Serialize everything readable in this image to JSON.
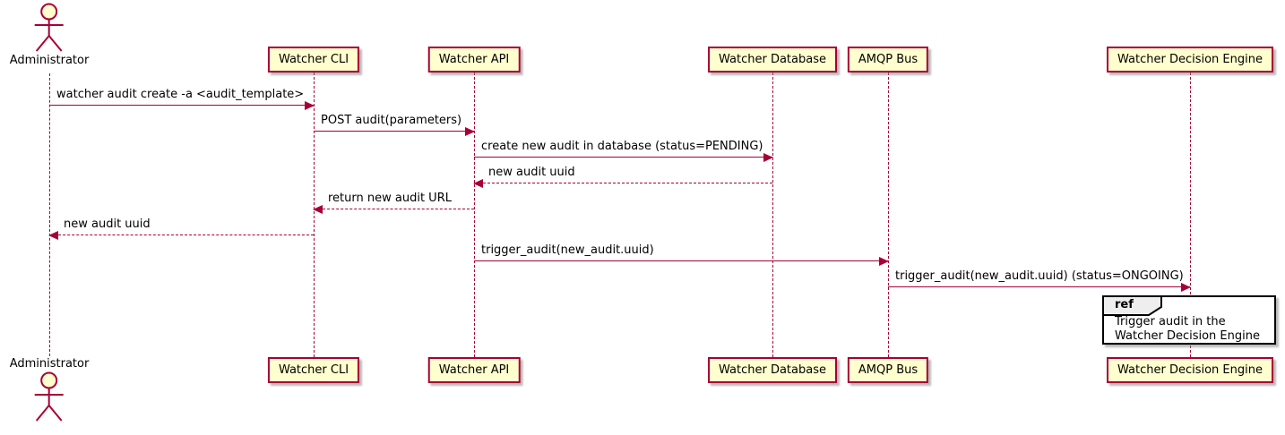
{
  "colors": {
    "participant_fill": "#FEFECE",
    "accent": "#A80036",
    "ref_tab_fill": "#EEEEEE",
    "ref_border": "#000000",
    "text": "#000000",
    "background": "#FFFFFF"
  },
  "participants": [
    {
      "name": "Administrator",
      "kind": "actor"
    },
    {
      "name": "Watcher CLI",
      "kind": "participant"
    },
    {
      "name": "Watcher API",
      "kind": "participant"
    },
    {
      "name": "Watcher Database",
      "kind": "participant"
    },
    {
      "name": "AMQP Bus",
      "kind": "participant"
    },
    {
      "name": "Watcher Decision Engine",
      "kind": "participant"
    }
  ],
  "messages": [
    {
      "from": "Administrator",
      "to": "Watcher CLI",
      "style": "solid",
      "text": "watcher audit create -a <audit_template>"
    },
    {
      "from": "Watcher CLI",
      "to": "Watcher API",
      "style": "solid",
      "text": "POST audit(parameters)"
    },
    {
      "from": "Watcher API",
      "to": "Watcher Database",
      "style": "solid",
      "text": "create new audit in database (status=PENDING)"
    },
    {
      "from": "Watcher Database",
      "to": "Watcher API",
      "style": "dashed",
      "text": "new audit uuid"
    },
    {
      "from": "Watcher API",
      "to": "Watcher CLI",
      "style": "dashed",
      "text": "return new audit URL"
    },
    {
      "from": "Watcher CLI",
      "to": "Administrator",
      "style": "dashed",
      "text": "new audit uuid"
    },
    {
      "from": "Watcher API",
      "to": "AMQP Bus",
      "style": "solid",
      "text": "trigger_audit(new_audit.uuid)"
    },
    {
      "from": "AMQP Bus",
      "to": "Watcher Decision Engine",
      "style": "solid",
      "text": "trigger_audit(new_audit.uuid) (status=ONGOING)"
    }
  ],
  "ref": {
    "label": "ref",
    "line1": "Trigger audit in the",
    "line2": "Watcher Decision Engine",
    "over": "Watcher Decision Engine"
  }
}
